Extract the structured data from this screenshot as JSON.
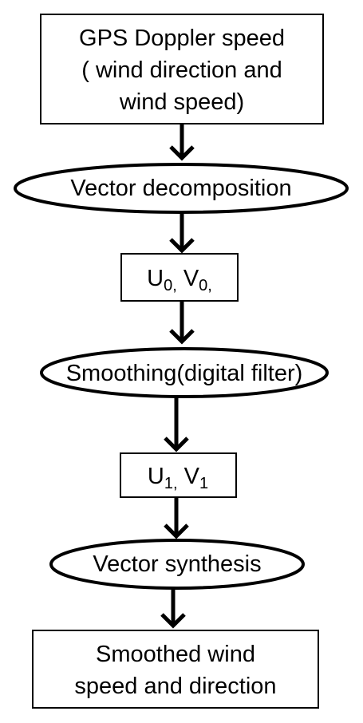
{
  "diagram": {
    "nodes": {
      "gps": {
        "line1": "GPS Doppler speed",
        "line2": "( wind direction and",
        "line3": "wind speed)"
      },
      "decomp": {
        "label": "Vector decomposition"
      },
      "uv0": {
        "u": "U",
        "u_sub": "0,",
        "v": "V",
        "v_sub": "0,"
      },
      "smooth": {
        "label": "Smoothing(digital filter)"
      },
      "uv1": {
        "u": "U",
        "u_sub": "1,",
        "v": "V",
        "v_sub": "1"
      },
      "synth": {
        "label": "Vector synthesis"
      },
      "result": {
        "line1": "Smoothed wind",
        "line2": "speed and direction"
      }
    }
  }
}
